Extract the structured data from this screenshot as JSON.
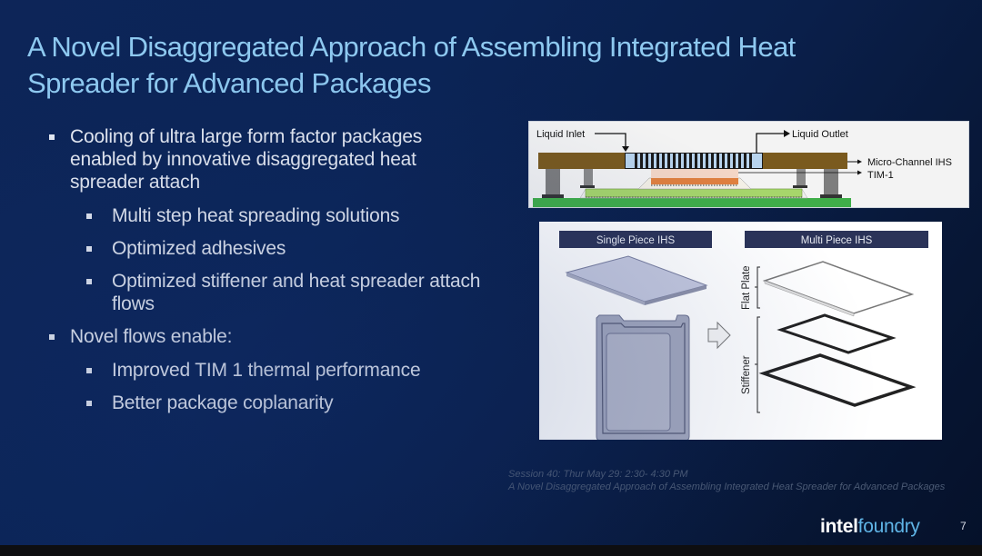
{
  "slide": {
    "title_lines": [
      "A Novel Disaggregated Approach of Assembling Integrated Heat",
      "Spreader for Advanced Packages"
    ],
    "bullets": [
      {
        "level": 1,
        "text": "Cooling of ultra large form factor packages enabled by innovative disaggregated heat spreader attach"
      },
      {
        "level": 2,
        "text": "Multi step heat spreading solutions"
      },
      {
        "level": 2,
        "text": "Optimized adhesives"
      },
      {
        "level": 2,
        "text": "Optimized stiffener and heat spreader attach flows"
      },
      {
        "level": 1,
        "text": "Novel flows enable:"
      },
      {
        "level": 2,
        "text": "Improved TIM 1 thermal performance"
      },
      {
        "level": 2,
        "text": "Better package coplanarity"
      }
    ],
    "figure_cross_section": {
      "labels": {
        "liquid_inlet": "Liquid Inlet",
        "liquid_outlet": "Liquid Outlet",
        "micro_channel_ihs": "Micro-Channel IHS",
        "tim1": "TIM-1"
      }
    },
    "figure_ihs_comparison": {
      "left_header": "Single Piece IHS",
      "right_header": "Multi Piece IHS",
      "flat_plate_label": "Flat Plate",
      "stiffener_label": "Stiffener"
    },
    "footnote": {
      "line1": "Session 40: Thur May 29: 2:30- 4:30 PM",
      "line2": "A Novel Disaggregated Approach of Assembling Integrated Heat Spreader for Advanced Packages"
    },
    "logo": {
      "part1": "intel",
      "part2": "foundry"
    },
    "page_number": "7",
    "colors": {
      "title": "#8ec9f0",
      "background": "#0b2456",
      "body_text": "#e8ecf4",
      "header_bar": "#2b3358",
      "ihs_brown": "#7a5a1e",
      "substrate_green": "#3fae49",
      "die_green": "#a6d66b",
      "tim_orange": "#e0803f"
    }
  }
}
